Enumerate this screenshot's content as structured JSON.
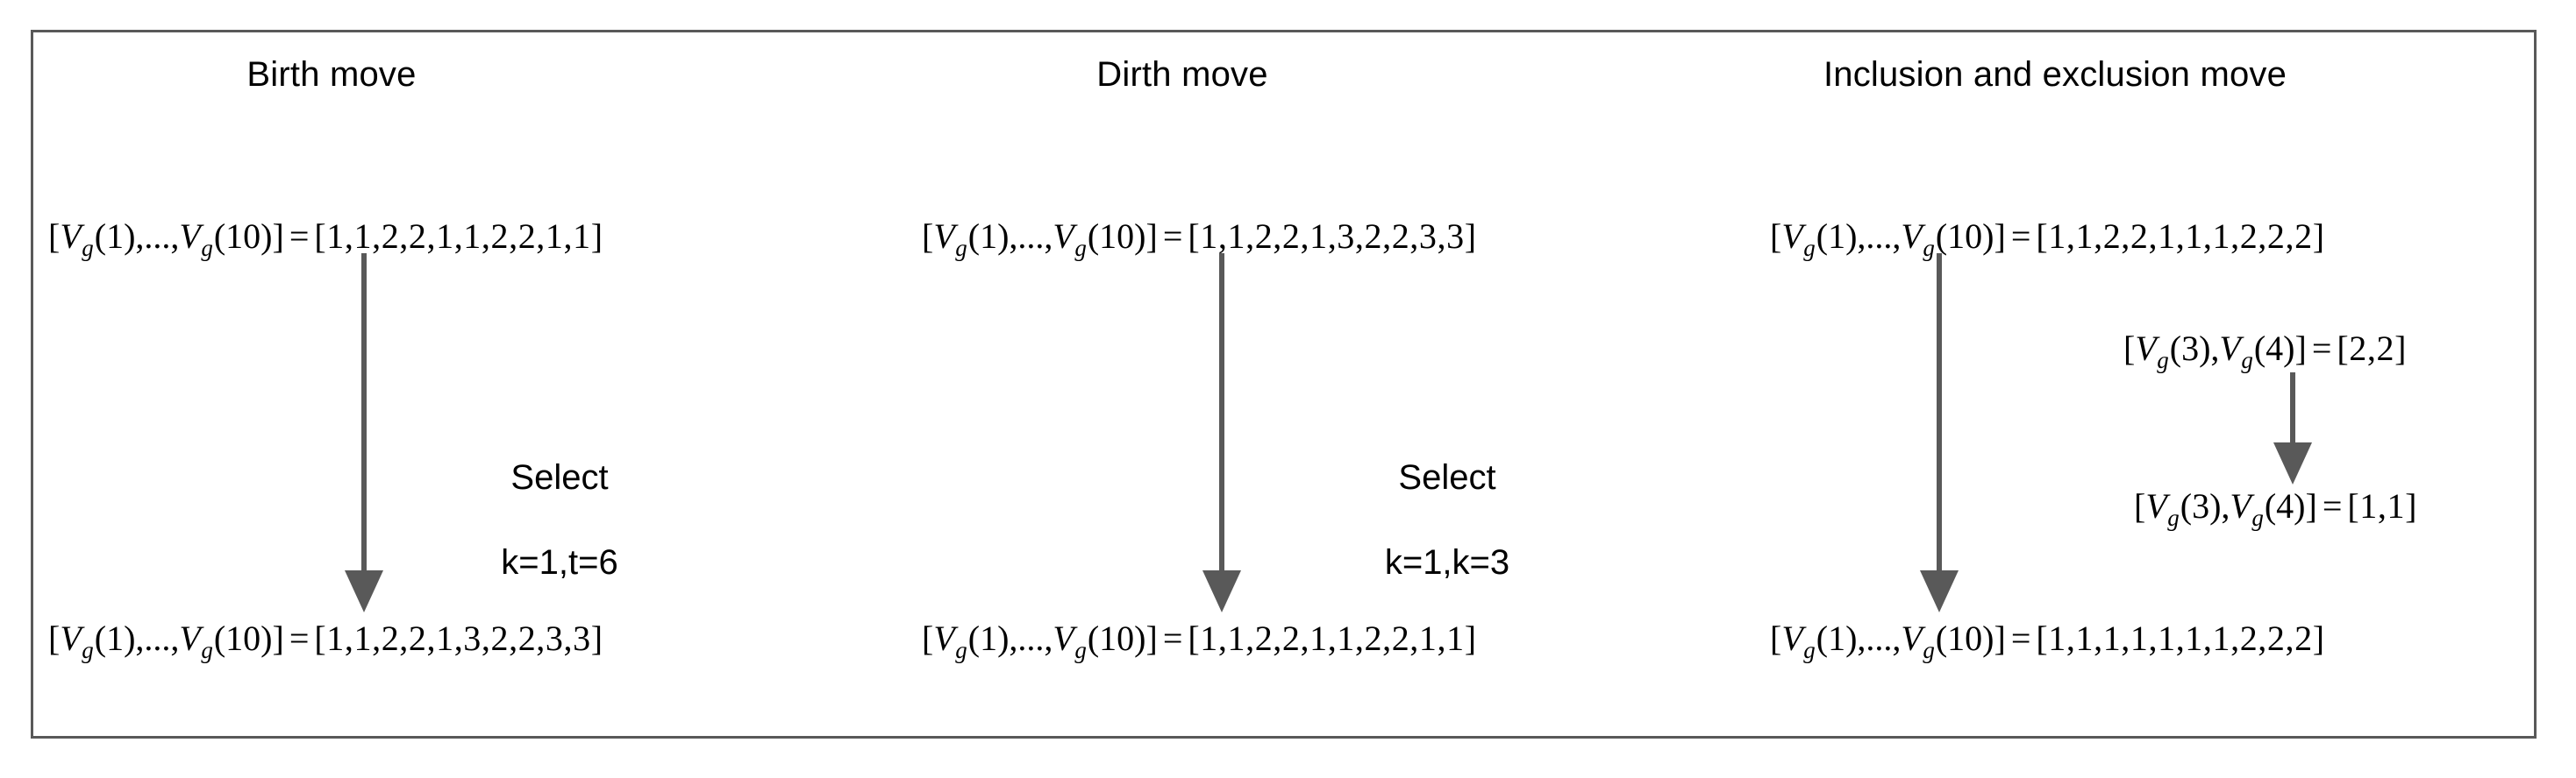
{
  "figure": {
    "border_color": "#595959",
    "background": "#ffffff",
    "arrow_color": "#595959",
    "text_color": "#000000",
    "columns": [
      {
        "id": "birth-move",
        "title": "Birth move",
        "top_formula": {
          "lhs": "[V_g(1),...,V_g(10)]",
          "rhs": "[1,1,2,2,1,1,2,2,1,1]",
          "values": [
            1,
            1,
            2,
            2,
            1,
            1,
            2,
            2,
            1,
            1
          ]
        },
        "annotation": "Select\nk=1,t=6",
        "annotation_line1": "Select",
        "annotation_line2": "k=1,t=6",
        "bottom_formula": {
          "lhs": "[V_g(1),...,V_g(10)]",
          "rhs": "[1,1,2,2,1,3,2,2,3,3]",
          "values": [
            1,
            1,
            2,
            2,
            1,
            3,
            2,
            2,
            3,
            3
          ]
        }
      },
      {
        "id": "dirth-move",
        "title": "Dirth move",
        "top_formula": {
          "lhs": "[V_g(1),...,V_g(10)]",
          "rhs": "[1,1,2,2,1,3,2,2,3,3]",
          "values": [
            1,
            1,
            2,
            2,
            1,
            3,
            2,
            2,
            3,
            3
          ]
        },
        "annotation": "Select\nk=1,k=3",
        "annotation_line1": "Select",
        "annotation_line2": "k=1,k=3",
        "bottom_formula": {
          "lhs": "[V_g(1),...,V_g(10)]",
          "rhs": "[1,1,2,2,1,1,2,2,1,1]",
          "values": [
            1,
            1,
            2,
            2,
            1,
            1,
            2,
            2,
            1,
            1
          ]
        }
      },
      {
        "id": "inclusion-exclusion-move",
        "title": "Inclusion and exclusion move",
        "top_formula": {
          "lhs": "[V_g(1),...,V_g(10)]",
          "rhs": "[1,1,2,2,1,1,1,2,2,2]",
          "values": [
            1,
            1,
            2,
            2,
            1,
            1,
            1,
            2,
            2,
            2
          ]
        },
        "side_top_formula": {
          "lhs": "[V_g(3),V_g(4)]",
          "rhs": "[2,2]",
          "values": [
            2,
            2
          ]
        },
        "side_bottom_formula": {
          "lhs": "[V_g(3),V_g(4)]",
          "rhs": "[1,1]",
          "values": [
            1,
            1
          ]
        },
        "bottom_formula": {
          "lhs": "[V_g(1),...,V_g(10)]",
          "rhs": "[1,1,1,1,1,1,1,2,2,2]",
          "values": [
            1,
            1,
            1,
            1,
            1,
            1,
            1,
            2,
            2,
            2
          ]
        }
      }
    ],
    "symbols": {
      "bracket_open": "[",
      "bracket_close": "]",
      "equals": "=",
      "ellipsis": ",...,",
      "comma": ",",
      "variable": "V",
      "subscript": "g"
    }
  }
}
